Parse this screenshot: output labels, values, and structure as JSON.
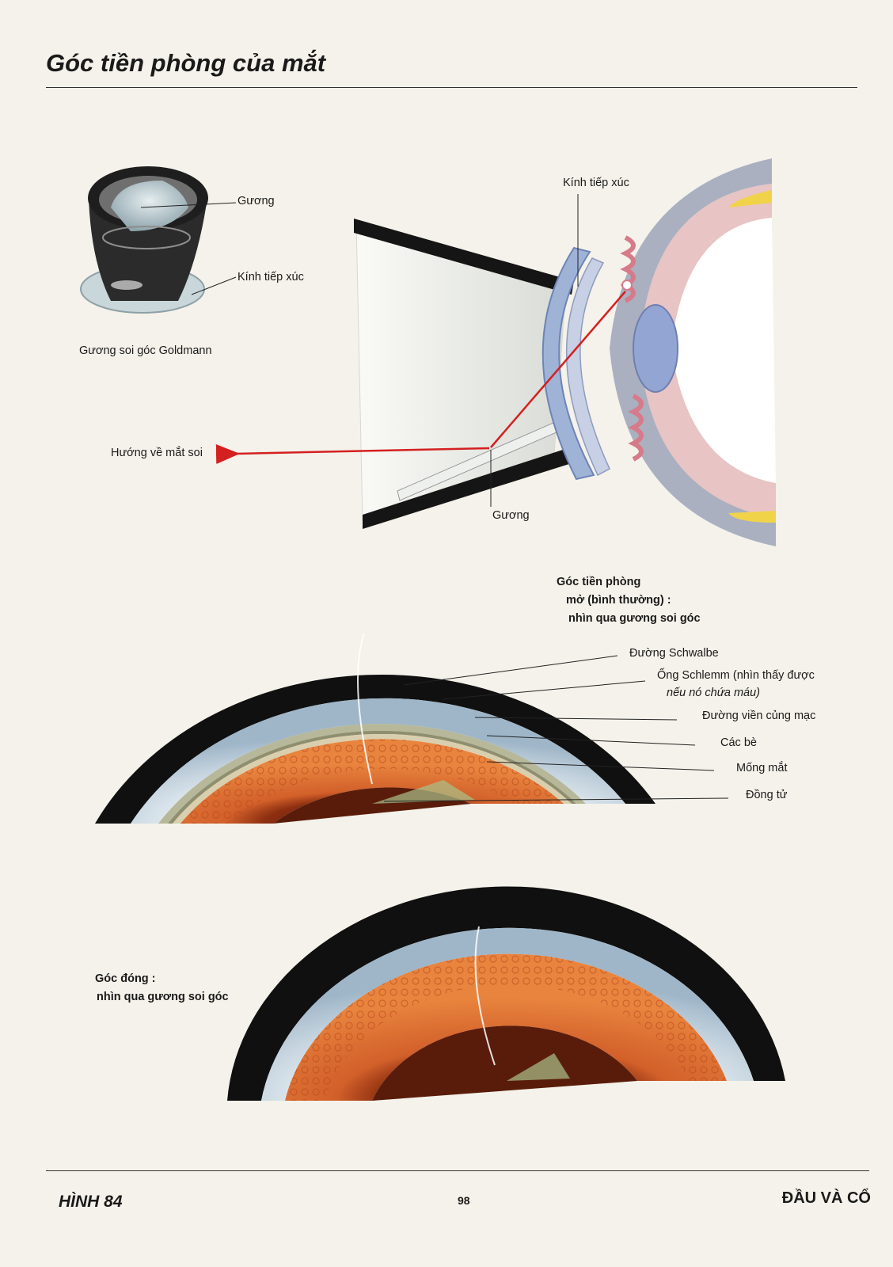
{
  "header": {
    "title": "Góc tiền phòng của mắt"
  },
  "goldmann": {
    "mirror_label": "Gương",
    "lens_label": "Kính tiếp xúc",
    "caption": "Gương soi góc Goldmann"
  },
  "side_view": {
    "lens_label": "Kính tiếp xúc",
    "direction_label": "Hướng về mắt soi",
    "mirror_label": "Gương"
  },
  "open_angle": {
    "title_line1": "Góc tiền phòng",
    "title_line2": "mở (bình thường) :",
    "title_line3": "nhìn qua gương soi góc",
    "labels": {
      "schwalbe": "Đường Schwalbe",
      "schlemm_a": "Ống Schlemm (nhìn thấy được",
      "schlemm_b": "nếu nó chứa máu)",
      "scleral_spur": "Đường viền củng mạc",
      "trabeculae": "Các bè",
      "iris": "Mống mắt",
      "pupil": "Đồng tử"
    }
  },
  "closed_angle": {
    "title_line1": "Góc đóng :",
    "title_line2": "nhìn qua gương soi góc"
  },
  "footer": {
    "figure": "HÌNH 84",
    "page": "98",
    "section": "ĐẦU VÀ CỔ"
  },
  "colors": {
    "arrow": "#d42020",
    "iris": "#d8662c",
    "cornea": "#b8ccd8"
  }
}
